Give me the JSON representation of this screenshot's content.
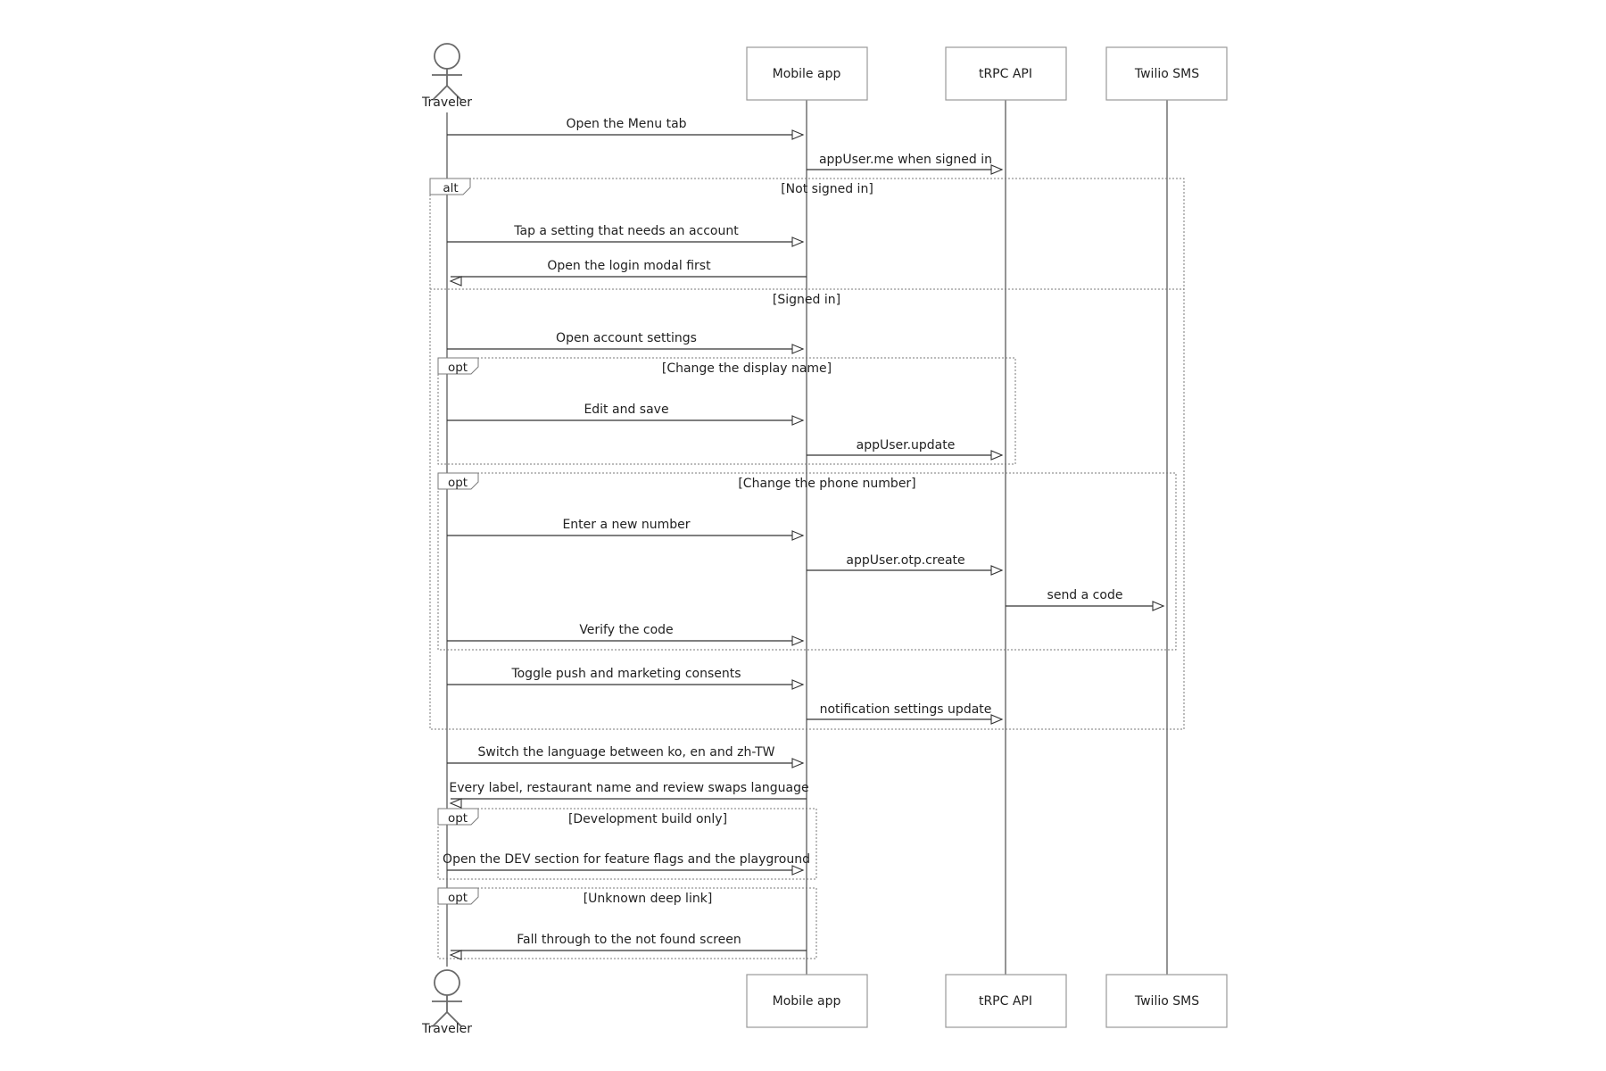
{
  "participants": [
    {
      "id": "traveler",
      "label": "Traveler",
      "kind": "actor"
    },
    {
      "id": "app",
      "label": "Mobile app",
      "kind": "box"
    },
    {
      "id": "api",
      "label": "tRPC API",
      "kind": "box"
    },
    {
      "id": "sms",
      "label": "Twilio SMS",
      "kind": "box"
    }
  ],
  "messages": [
    {
      "from": "traveler",
      "to": "app",
      "text": "Open the Menu tab"
    },
    {
      "from": "app",
      "to": "api",
      "text": "appUser.me when signed in"
    },
    {
      "from": "traveler",
      "to": "app",
      "text": "Tap a setting that needs an account"
    },
    {
      "from": "app",
      "to": "traveler",
      "text": "Open the login modal first"
    },
    {
      "from": "traveler",
      "to": "app",
      "text": "Open account settings"
    },
    {
      "from": "traveler",
      "to": "app",
      "text": "Edit and save"
    },
    {
      "from": "app",
      "to": "api",
      "text": "appUser.update"
    },
    {
      "from": "traveler",
      "to": "app",
      "text": "Enter a new number"
    },
    {
      "from": "app",
      "to": "api",
      "text": "appUser.otp.create"
    },
    {
      "from": "api",
      "to": "sms",
      "text": "send a code"
    },
    {
      "from": "traveler",
      "to": "app",
      "text": "Verify the code"
    },
    {
      "from": "traveler",
      "to": "app",
      "text": "Toggle push and marketing consents"
    },
    {
      "from": "app",
      "to": "api",
      "text": "notification settings update"
    },
    {
      "from": "traveler",
      "to": "app",
      "text": "Switch the language between ko, en and zh-TW"
    },
    {
      "from": "app",
      "to": "traveler",
      "text": "Every label, restaurant name and review swaps language"
    },
    {
      "from": "traveler",
      "to": "app",
      "text": "Open the DEV section for feature flags and the playground"
    },
    {
      "from": "app",
      "to": "traveler",
      "text": "Fall through to the not found screen"
    }
  ],
  "fragments": [
    {
      "type": "alt",
      "label": "[Not signed in]",
      "else_label": "[Signed in]"
    },
    {
      "type": "opt",
      "label": "[Change the display name]"
    },
    {
      "type": "opt",
      "label": "[Change the phone number]"
    },
    {
      "type": "opt",
      "label": "[Development build only]"
    },
    {
      "type": "opt",
      "label": "[Unknown deep link]"
    }
  ]
}
